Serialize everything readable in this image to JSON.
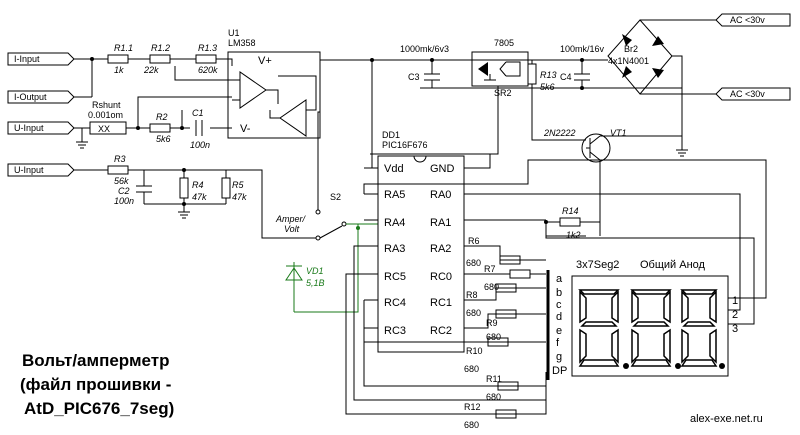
{
  "inputs": {
    "i_input": "I-Input",
    "i_output": "I-Output",
    "u_input_1": "U-Input",
    "u_input_2": "U-Input",
    "ac_top": "AC <30v",
    "ac_bottom": "AC <30v"
  },
  "components": {
    "r1_1": {
      "name": "R1.1",
      "value": "1k"
    },
    "r1_2": {
      "name": "R1.2",
      "value": "22k"
    },
    "r1_3": {
      "name": "R1.3",
      "value": "620k"
    },
    "rshunt": {
      "name": "Rshunt",
      "value": "0.001om",
      "body": "XX"
    },
    "r2": {
      "name": "R2",
      "value": "5k6"
    },
    "c1": {
      "name": "C1",
      "value": "100n"
    },
    "u1": {
      "name": "U1",
      "part": "LM358",
      "vplus": "V+",
      "vminus": "V-"
    },
    "r3": {
      "name": "R3",
      "value": "56k"
    },
    "c2": {
      "name": "C2",
      "value": "100n"
    },
    "r4": {
      "name": "R4",
      "value": "47k"
    },
    "r5": {
      "name": "R5",
      "value": "47k"
    },
    "c3": {
      "name": "C3",
      "value": "1000mk/6v3"
    },
    "reg": {
      "name": "7805",
      "ref": "SR2"
    },
    "r13": {
      "name": "R13",
      "value": "5k6"
    },
    "c4": {
      "name": "C4",
      "value": "100mk/16v"
    },
    "br2": {
      "name": "Br2",
      "value": "4x1N4001"
    },
    "vt1": {
      "name": "VT1",
      "part": "2N2222"
    },
    "dd1": {
      "name": "DD1",
      "part": "PIC16F676"
    },
    "s2": {
      "name": "S2",
      "label": "Amper/\nVolt",
      "label_l1": "Amper/",
      "label_l2": "Volt"
    },
    "vd1": {
      "name": "VD1",
      "value": "5,1B"
    },
    "r14": {
      "name": "R14",
      "value": "1k2"
    },
    "r6": {
      "name": "R6",
      "value": "680"
    },
    "r7": {
      "name": "R7",
      "value": "680"
    },
    "r8": {
      "name": "R8",
      "value": "680"
    },
    "r9": {
      "name": "R9",
      "value": "680"
    },
    "r10": {
      "name": "R10",
      "value": "680"
    },
    "r11": {
      "name": "R11",
      "value": "680"
    },
    "r12": {
      "name": "R12",
      "value": "680"
    }
  },
  "pic_pins": {
    "left": [
      "Vdd",
      "RA5",
      "RA4",
      "RA3",
      "RC5",
      "RC4",
      "RC3"
    ],
    "right": [
      "GND",
      "RA0",
      "RA1",
      "RA2",
      "RC0",
      "RC1",
      "RC2"
    ]
  },
  "display": {
    "title": "3x7Seg2",
    "subtitle": "Общий Анод",
    "segments": [
      "a",
      "b",
      "c",
      "d",
      "e",
      "f",
      "g",
      "DP"
    ],
    "digits": [
      "1",
      "2",
      "3"
    ]
  },
  "caption": {
    "line1": "Вольт/амперметр",
    "line2": "(файл прошивки -",
    "line3": "AtD_PIC676_7seg)"
  },
  "website": "alex-exe.net.ru",
  "colors": {
    "wire": "#000000",
    "zener": "#1a7a1a"
  }
}
